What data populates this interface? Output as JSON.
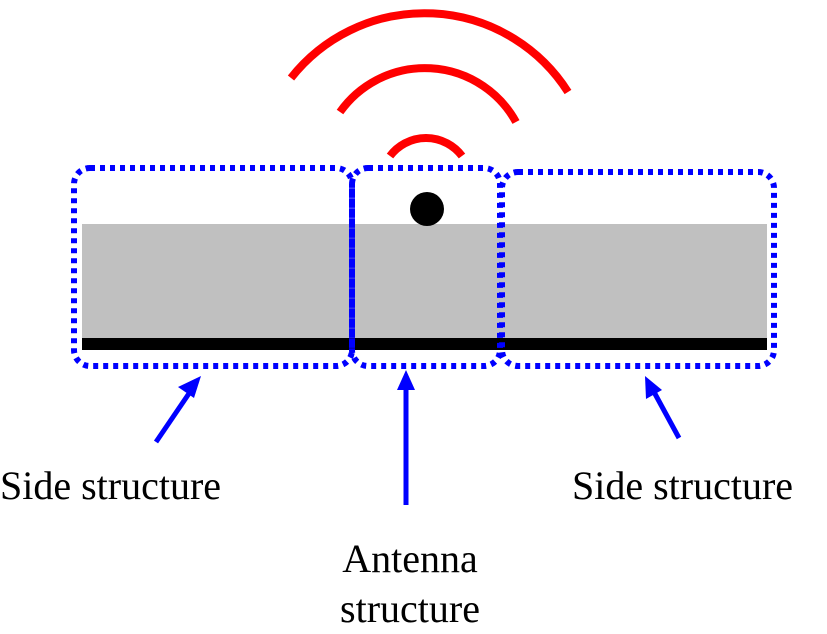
{
  "diagram": {
    "labels": {
      "left": "Side structure",
      "center_line1": "Antenna",
      "center_line2": "structure",
      "right": "Side structure"
    },
    "colors": {
      "wave": "#ff0000",
      "dotted_box": "#0000ff",
      "arrow": "#0000ff",
      "substrate": "#c0c0c0",
      "ground_plane": "#000000",
      "antenna_dot": "#000000"
    }
  }
}
